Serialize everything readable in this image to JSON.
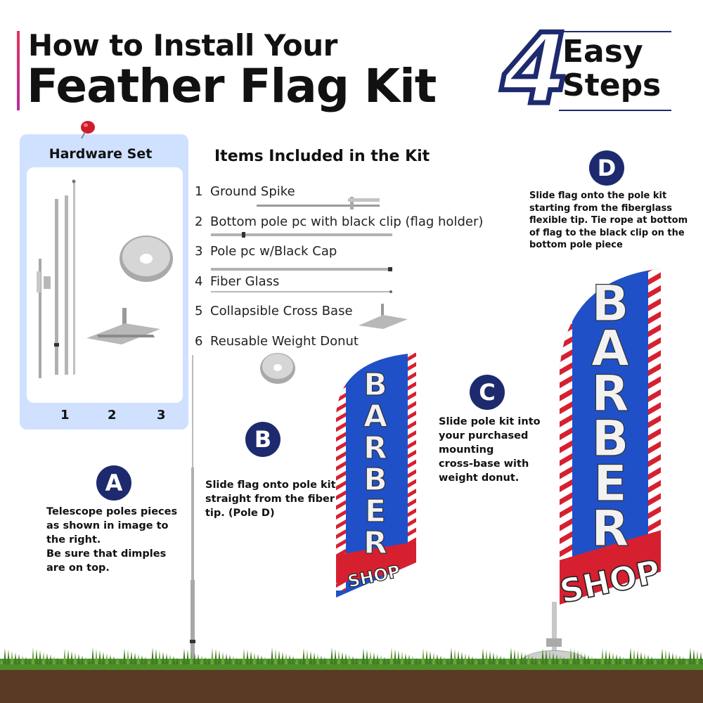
{
  "header": {
    "title_line1": "How to Install Your",
    "title_line2": "Feather Flag Kit",
    "steps_number": "4",
    "steps_line1": "Easy",
    "steps_line2": "Steps"
  },
  "hardware": {
    "title": "Hardware  Set",
    "labels": [
      "1",
      "2",
      "3"
    ]
  },
  "kit": {
    "title": "Items Included in the Kit",
    "items": [
      {
        "num": "1",
        "label": "Ground Spike"
      },
      {
        "num": "2",
        "label": "Bottom pole pc with black clip (flag holder)"
      },
      {
        "num": "3",
        "label": "Pole pc w/Black Cap"
      },
      {
        "num": "4",
        "label": "Fiber Glass"
      },
      {
        "num": "5",
        "label": "Collapsible Cross Base"
      },
      {
        "num": "6",
        "label": "Reusable Weight Donut"
      }
    ]
  },
  "steps": {
    "a": {
      "badge": "A",
      "lines": [
        "Telescope poles pieces",
        "as shown in image to",
        "the right.",
        "Be sure that dimples",
        "are on top."
      ]
    },
    "b": {
      "badge": "B",
      "lines": [
        "Slide flag onto pole kit",
        "straight from the fiber",
        "tip. (Pole D)"
      ]
    },
    "c": {
      "badge": "C",
      "lines": [
        "Slide pole kit into",
        "your purchased",
        "mounting",
        "cross-base with",
        "weight donut."
      ]
    },
    "d": {
      "badge": "D",
      "lines": [
        "Slide flag onto the pole kit",
        "starting from the fiberglass",
        "flexible tip. Tie rope at bottom",
        "of flag to the black clip on the",
        "bottom pole piece"
      ]
    }
  },
  "flag": {
    "word": "BARBER",
    "word_letters": [
      "B",
      "A",
      "R",
      "B",
      "E",
      "R"
    ],
    "sub": "SHOP"
  },
  "colors": {
    "navy": "#1e2a6e",
    "panel": "#cfe1ff",
    "flag_blue": "#2050c8",
    "flag_red": "#d62030",
    "grass": "#4f8f2a",
    "soil": "#5a3a24"
  }
}
